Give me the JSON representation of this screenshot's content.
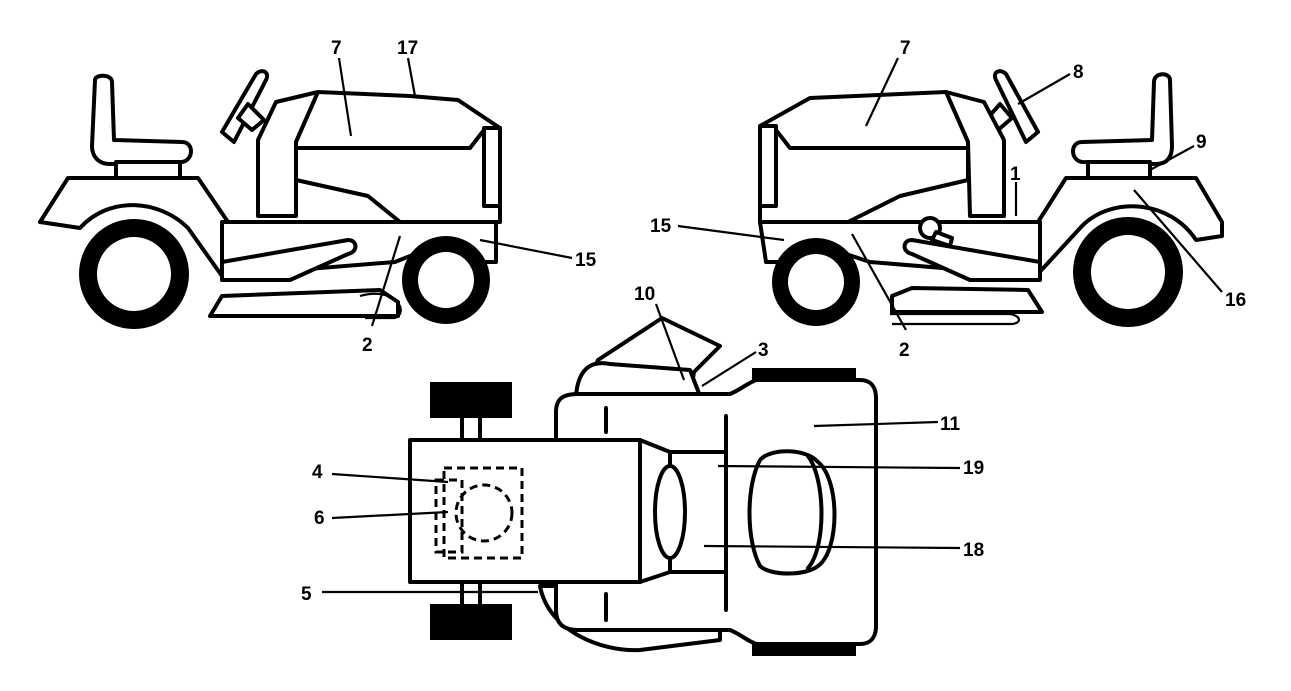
{
  "colors": {
    "line": "#000000",
    "background": "#ffffff"
  },
  "left_view": {
    "labels": {
      "decal_7": "7",
      "decal_17": "17",
      "decal_15": "15",
      "decal_2": "2"
    }
  },
  "right_view": {
    "labels": {
      "decal_7": "7",
      "decal_8": "8",
      "decal_9": "9",
      "decal_1": "1",
      "decal_15": "15",
      "decal_16": "16",
      "decal_2": "2"
    }
  },
  "top_view": {
    "labels": {
      "decal_10": "10",
      "decal_3": "3",
      "decal_11": "11",
      "decal_19": "19",
      "decal_18": "18",
      "decal_4": "4",
      "decal_6": "6",
      "decal_5": "5"
    }
  }
}
